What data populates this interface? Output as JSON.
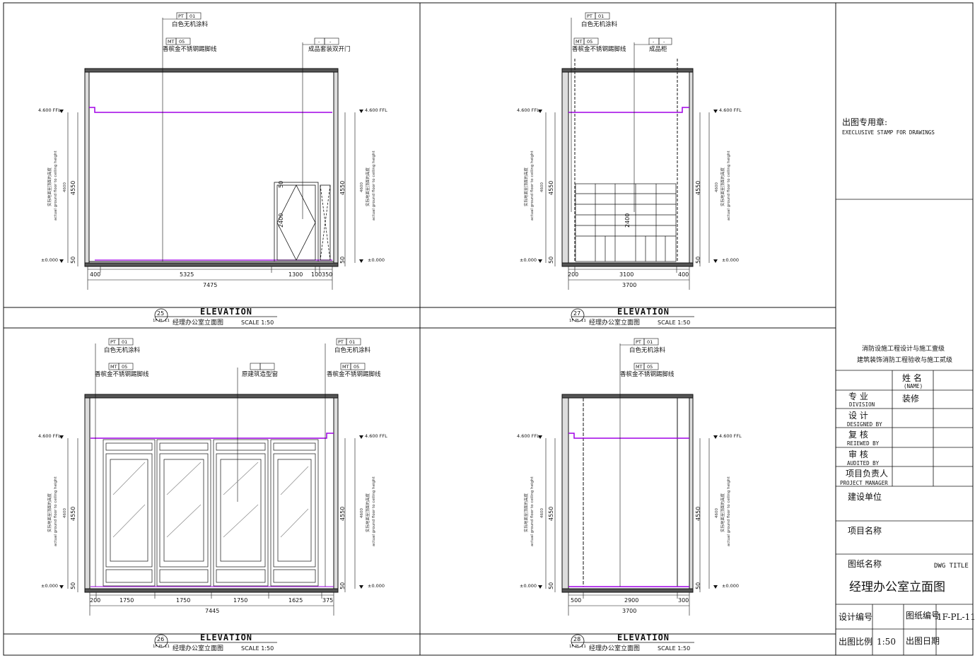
{
  "panels": [
    {
      "id": "25",
      "ref": "1F-PL-11",
      "heading": "ELEVATION",
      "title": "经理办公室立面图",
      "scale": "SCALE 1:50",
      "tags": [
        {
          "code": "PT",
          "num": "01",
          "text": "白色无机涂料"
        },
        {
          "code": "MT",
          "num": "05",
          "text": "香槟金不锈钢踢脚线"
        },
        {
          "code": "-",
          "num": "-",
          "text": "成品套装双开门"
        }
      ],
      "levels": {
        "top": "4.600 FFL",
        "bottom": "±0.000"
      },
      "vertical_dims": {
        "height": "4550",
        "base": "50",
        "ceiling": "4600"
      },
      "door_height": "2400",
      "door_top": "50",
      "note_cn": "实际地面至顶面的高度",
      "note_en": "actual ground floor to ceiling height",
      "segments": [
        "400",
        "5325",
        "1300",
        "100",
        "350"
      ],
      "total": "7475"
    },
    {
      "id": "27",
      "ref": "1F-PL-11",
      "heading": "ELEVATION",
      "title": "经理办公室立面图",
      "scale": "SCALE 1:50",
      "tags": [
        {
          "code": "PT",
          "num": "01",
          "text": "白色无机涂料"
        },
        {
          "code": "MT",
          "num": "05",
          "text": "香槟金不锈钢踢脚线"
        },
        {
          "code": "-",
          "num": "-",
          "text": "成品柜"
        }
      ],
      "levels": {
        "top": "4.600 FFL",
        "bottom": "±0.000"
      },
      "vertical_dims": {
        "height": "4550",
        "base": "50",
        "ceiling": "4600"
      },
      "cabinet_height": "2400",
      "note_cn": "实际地面至顶面的高度",
      "note_en": "actual ground floor to ceiling height",
      "segments": [
        "200",
        "3100",
        "400"
      ],
      "total": "3700"
    },
    {
      "id": "26",
      "ref": "1F-PL-11",
      "heading": "ELEVATION",
      "title": "经理办公室立面图",
      "scale": "SCALE 1:50",
      "tags": [
        {
          "code": "PT",
          "num": "01",
          "text": "白色无机涂料"
        },
        {
          "code": "MT",
          "num": "05",
          "text": "香槟金不锈钢踢脚线"
        },
        {
          "code": "",
          "num": "",
          "text": "原建筑造型窗"
        },
        {
          "code": "PT",
          "num": "01",
          "text": "白色无机涂料"
        },
        {
          "code": "MT",
          "num": "05",
          "text": "香槟金不锈钢踢脚线"
        }
      ],
      "levels": {
        "top": "4.600 FFL",
        "bottom": "±0.000"
      },
      "vertical_dims": {
        "height": "4550",
        "base": "50",
        "ceiling": "4600"
      },
      "note_cn": "实际地面至顶面的高度",
      "note_en": "actual ground floor to ceiling height",
      "segments": [
        "200",
        "1750",
        "1750",
        "1750",
        "1625",
        "375"
      ],
      "total": "7445"
    },
    {
      "id": "28",
      "ref": "1F-PL-11",
      "heading": "ELEVATION",
      "title": "经理办公室立面图",
      "scale": "SCALE 1:50",
      "tags": [
        {
          "code": "PT",
          "num": "01",
          "text": "白色无机涂料"
        },
        {
          "code": "MT",
          "num": "05",
          "text": "香槟金不锈钢踢脚线"
        }
      ],
      "levels": {
        "top": "4.600 FFL",
        "bottom": "±0.000"
      },
      "vertical_dims": {
        "height": "4550",
        "base": "50",
        "ceiling": "4600"
      },
      "note_cn": "实际地面至顶面的高度",
      "note_en": "actual ground floor to ceiling height",
      "segments": [
        "500",
        "2900",
        "300"
      ],
      "total": "3700"
    }
  ],
  "title_block": {
    "stamp_cn": "出图专用章:",
    "stamp_en": "EXECLUSIVE STAMP FOR DRAWINGS",
    "cert_1": "消防设施工程设计与施工壹级",
    "cert_2": "建筑装饰消防工程验收与施工贰级",
    "name_cn": "姓 名",
    "name_en": "(NAME)",
    "division_cn": "专 业",
    "division_en": "DIVISION",
    "division_value": "装修",
    "designed_cn": "设 计",
    "designed_en": "DESIGNED BY",
    "reviewed_cn": "复 核",
    "reviewed_en": "REIEWED BY",
    "audited_cn": "审 核",
    "audited_en": "AUDITED BY",
    "pm_cn": "项目负责人",
    "pm_en": "PROJECT MANAGER",
    "client": "建设单位",
    "project": "项目名称",
    "dwg_title_cn": "图纸名称",
    "dwg_title_en": "DWG TITLE",
    "dwg_title_value": "经理办公室立面图",
    "design_no": "设计编号",
    "dwg_no_label": "图纸编号",
    "dwg_no_value": "1F-PL-11",
    "scale_label": "出图比例",
    "scale_value": "1:50",
    "date_label": "出图日期"
  },
  "colors": {
    "line": "#111111",
    "accent": "#a000e6",
    "grey": "#777777"
  }
}
